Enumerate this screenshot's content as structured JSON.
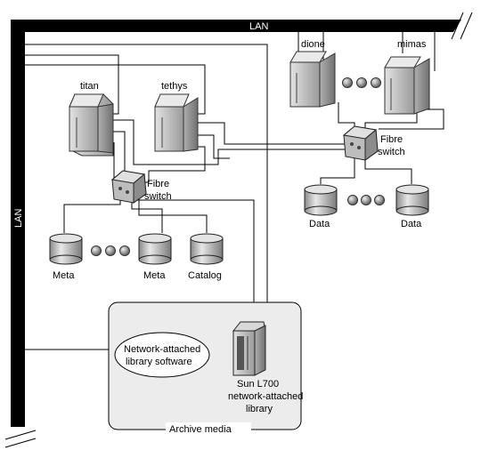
{
  "lan": {
    "top_label": "LAN",
    "left_label": "LAN"
  },
  "servers": {
    "titan": "titan",
    "tethys": "tethys",
    "dione": "dione",
    "mimas": "mimas"
  },
  "switches": {
    "upper": "Fibre switch",
    "lower": "Fibre switch"
  },
  "disks": {
    "meta_1": "Meta",
    "meta_2": "Meta",
    "catalog": "Catalog",
    "data_1": "Data",
    "data_2": "Data"
  },
  "archive": {
    "software": "Network-attached library software",
    "library": "Sun L700 network-attached library",
    "caption": "Archive media"
  },
  "colors": {
    "lan_bar": "#000000",
    "disk_fill": "#d9d9d9",
    "server_fill": "#cfcfcf",
    "archive_box": "#ececec"
  }
}
